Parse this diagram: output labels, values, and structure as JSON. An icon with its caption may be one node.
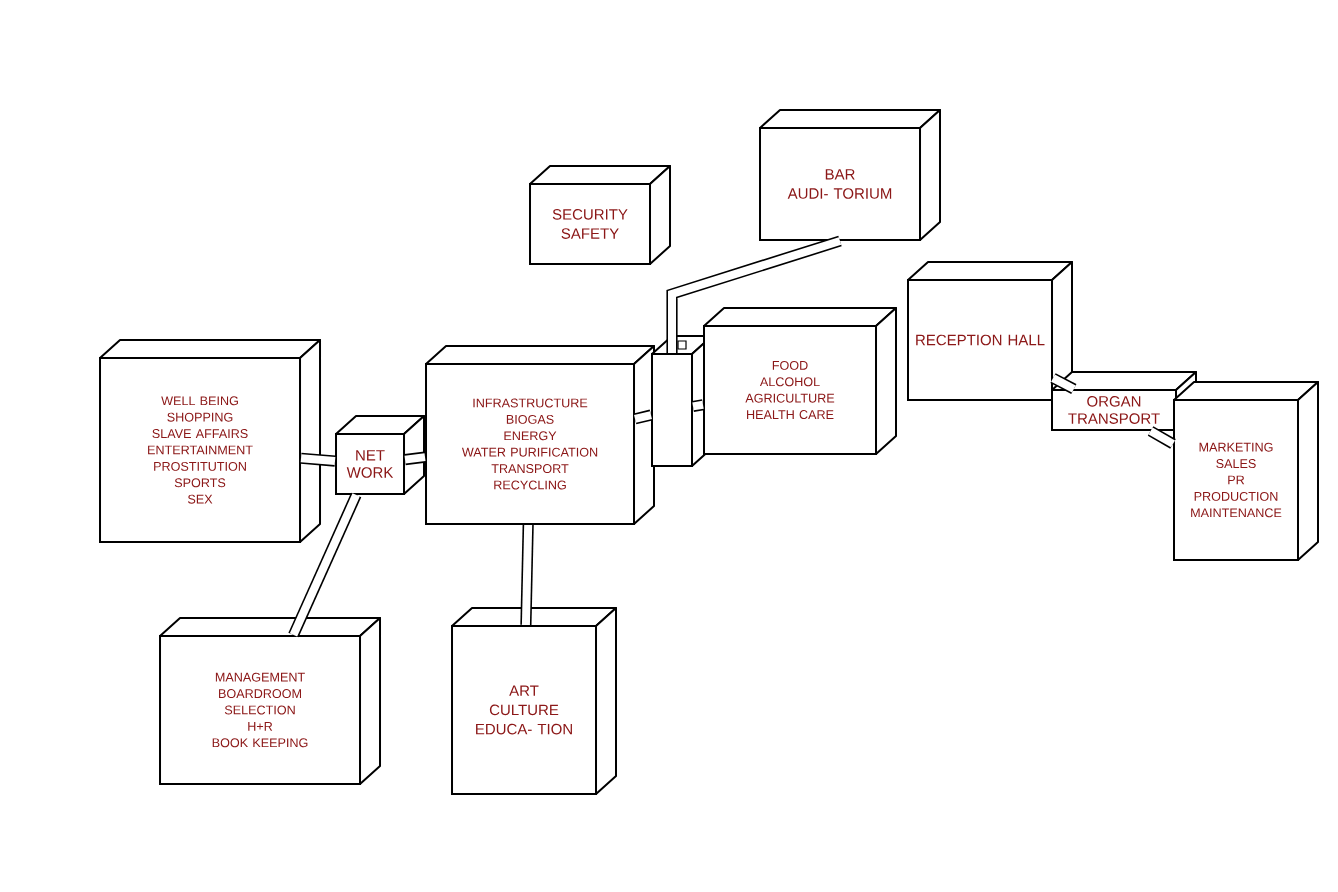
{
  "diagram": {
    "nodes": [
      {
        "text": [
          "WELL BEING",
          "SHOPPING",
          "SLAVE AFFAIRS",
          "ENTERTAINMENT",
          "PROSTITUTION",
          "SPORTS",
          "SEX"
        ]
      },
      {
        "text": [
          "NET WORK"
        ]
      },
      {
        "text": [
          "INFRASTRUCTURE",
          "BIOGAS",
          "ENERGY",
          "WATER PURIFICATION",
          "TRANSPORT",
          "RECYCLING"
        ]
      },
      {
        "text": [],
        "shape": "box"
      },
      {
        "text": [
          "FOOD",
          "ALCOHOL",
          "AGRICULTURE",
          "HEALTH CARE"
        ]
      },
      {
        "text": [
          "SECURITY",
          "SAFETY"
        ]
      },
      {
        "text": [
          "BAR",
          "AUDI- TORIUM"
        ]
      },
      {
        "text": [
          "RECEPTION HALL"
        ]
      },
      {
        "text": [
          "ORGAN TRANSPORT"
        ]
      },
      {
        "text": [
          "MARKETING",
          "SALES",
          "PR",
          "PRODUCTION",
          "MAINTENANCE"
        ]
      },
      {
        "text": [
          "MANAGEMENT",
          "BOARDROOM",
          "SELECTION",
          "H+R",
          "BOOK KEEPING"
        ]
      },
      {
        "text": [
          "ART",
          "CULTURE",
          "EDUCA- TION"
        ]
      }
    ],
    "edges": [
      {
        "from": 0,
        "to": 1,
        "arrow": "none"
      },
      {
        "from": 1,
        "to": 2,
        "arrow": "none"
      },
      {
        "from": 2,
        "to": 3,
        "arrow": "none"
      },
      {
        "from": 3,
        "to": 4,
        "arrow": "none"
      },
      {
        "from": 3,
        "to": 6,
        "arrow": "none"
      },
      {
        "from": 1,
        "to": 10,
        "arrow": "none"
      },
      {
        "from": 2,
        "to": 11,
        "arrow": "none"
      },
      {
        "from": 7,
        "to": 8,
        "arrow": "none"
      },
      {
        "from": 8,
        "to": 9,
        "arrow": "none"
      }
    ]
  }
}
